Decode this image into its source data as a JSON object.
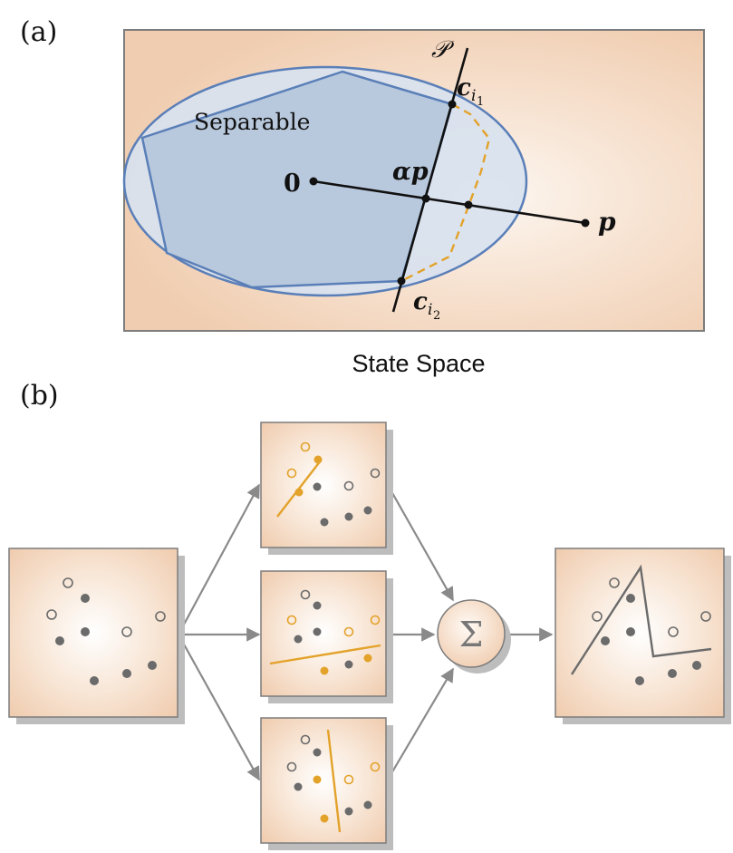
{
  "panel_a": {
    "tag": "(a)",
    "region_label": "Separable",
    "origin_label": "0",
    "alpha_p_label": "αp",
    "p_label": "p",
    "hyperplane_label": "𝒫",
    "c1_label": "c",
    "c1_subscript": "i",
    "c1_subsubscript": "1",
    "c2_label": "c",
    "c2_subscript": "i",
    "c2_subsubscript": "2",
    "caption": "State Space"
  },
  "panel_b": {
    "tag": "(b)",
    "sum_symbol": "Σ"
  },
  "colors": {
    "peach": "#f2d3b8",
    "ellipse_fill": "#d8e2ef",
    "polygon_fill": "#b9c9dd",
    "blue_stroke": "#5a7fb8",
    "orange": "#e3a22a",
    "gray_dot": "#6b6b6b",
    "arrow_gray": "#8a8a8a",
    "shadow": "#bdbdbd"
  }
}
